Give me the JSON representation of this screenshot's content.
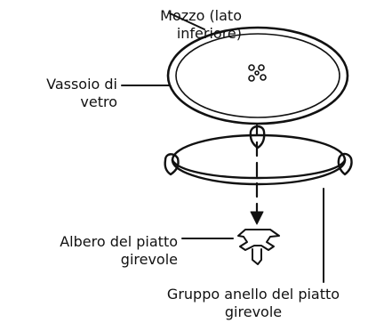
{
  "callouts": {
    "hub": {
      "line1": "Mozzo (lato",
      "line2": "inferiore)"
    },
    "tray": {
      "line1": "Vassoio di",
      "line2": "vetro"
    },
    "shaft": {
      "line1": "Albero del piatto",
      "line2": "girevole"
    },
    "ring": {
      "line1": "Gruppo anello del piatto",
      "line2": "girevole"
    }
  },
  "colors": {
    "ink": "#111111",
    "background": "#ffffff"
  }
}
